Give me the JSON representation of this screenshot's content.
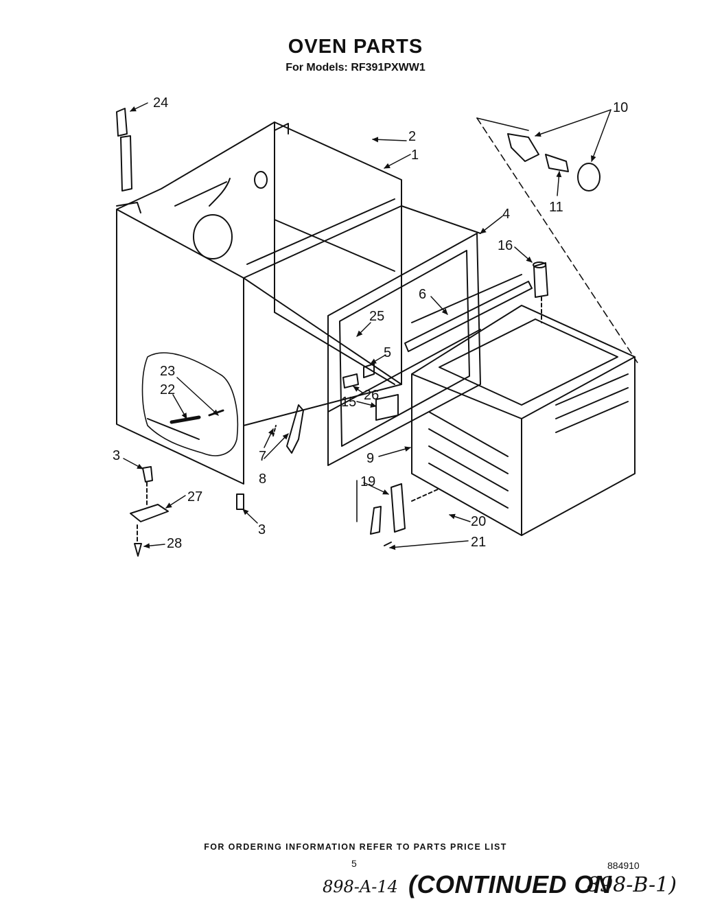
{
  "header": {
    "title": "OVEN PARTS",
    "subtitle": "For Models: RF391PXWW1"
  },
  "callouts": [
    "24",
    "2",
    "1",
    "10",
    "11",
    "4",
    "16",
    "6",
    "25",
    "5",
    "23",
    "22",
    "26",
    "15",
    "9",
    "3",
    "7",
    "8",
    "27",
    "3",
    "19",
    "20",
    "21",
    "28"
  ],
  "footer": {
    "ordering_note": "FOR ORDERING INFORMATION REFER TO PARTS PRICE LIST",
    "page_number": "5",
    "doc_code": "884910",
    "ref_left": "898-A-14",
    "continued_label": "(CONTINUED ON",
    "ref_right": "898-B-1)"
  }
}
